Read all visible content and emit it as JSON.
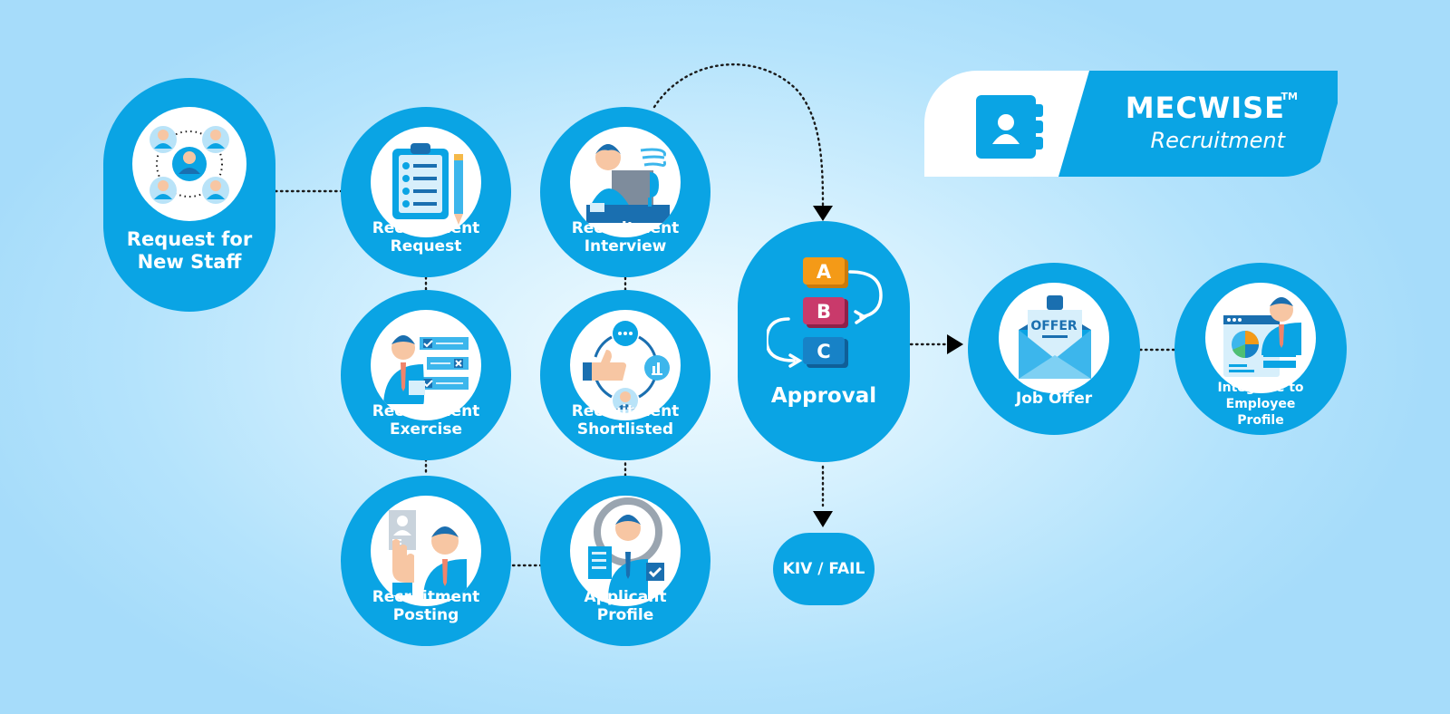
{
  "brand": {
    "name": "MECWISE",
    "trademark": "TM",
    "subtitle": "Recruitment",
    "icon": "contact-book-icon"
  },
  "nodes": {
    "request_new_staff": {
      "label_line1": "Request for",
      "label_line2": "New Staff",
      "icon": "team-network-icon"
    },
    "recruitment_request": {
      "label_line1": "Recruitment",
      "label_line2": "Request",
      "icon": "clipboard-checklist-icon"
    },
    "recruitment_interview": {
      "label_line1": "Recruitment",
      "label_line2": "Interview",
      "icon": "interview-desk-icon"
    },
    "recruitment_exercise": {
      "label_line1": "Recruitment",
      "label_line2": "Exercise",
      "icon": "checklist-person-icon"
    },
    "recruitment_shortlisted": {
      "label_line1": "Recruitment",
      "label_line2": "Shortlisted",
      "icon": "shortlist-cycle-icon"
    },
    "recruitment_posting": {
      "label_line1": "Recruitment",
      "label_line2": "Posting",
      "icon": "job-posting-icon"
    },
    "applicant_profile": {
      "label_line1": "Applicant",
      "label_line2": "Profile",
      "icon": "magnifier-profile-icon"
    },
    "approval": {
      "label": "Approval",
      "steps": [
        "A",
        "B",
        "C"
      ],
      "icon": "abc-steps-icon"
    },
    "kiv_fail": {
      "label": "KIV / FAIL"
    },
    "job_offer": {
      "label": "Job Offer",
      "envelope_text": "OFFER",
      "icon": "offer-envelope-icon"
    },
    "integrate_profile": {
      "label_line1": "Integrate to",
      "label_line2": "Employee",
      "label_line3": "Profile",
      "icon": "employee-dashboard-icon"
    }
  },
  "colors": {
    "primary": "#0aa4e4",
    "step_a": "#f49a17",
    "step_b": "#c93a6b",
    "step_c": "#1782c7",
    "skin": "#f7c6a3",
    "tie": "#f0846b"
  }
}
